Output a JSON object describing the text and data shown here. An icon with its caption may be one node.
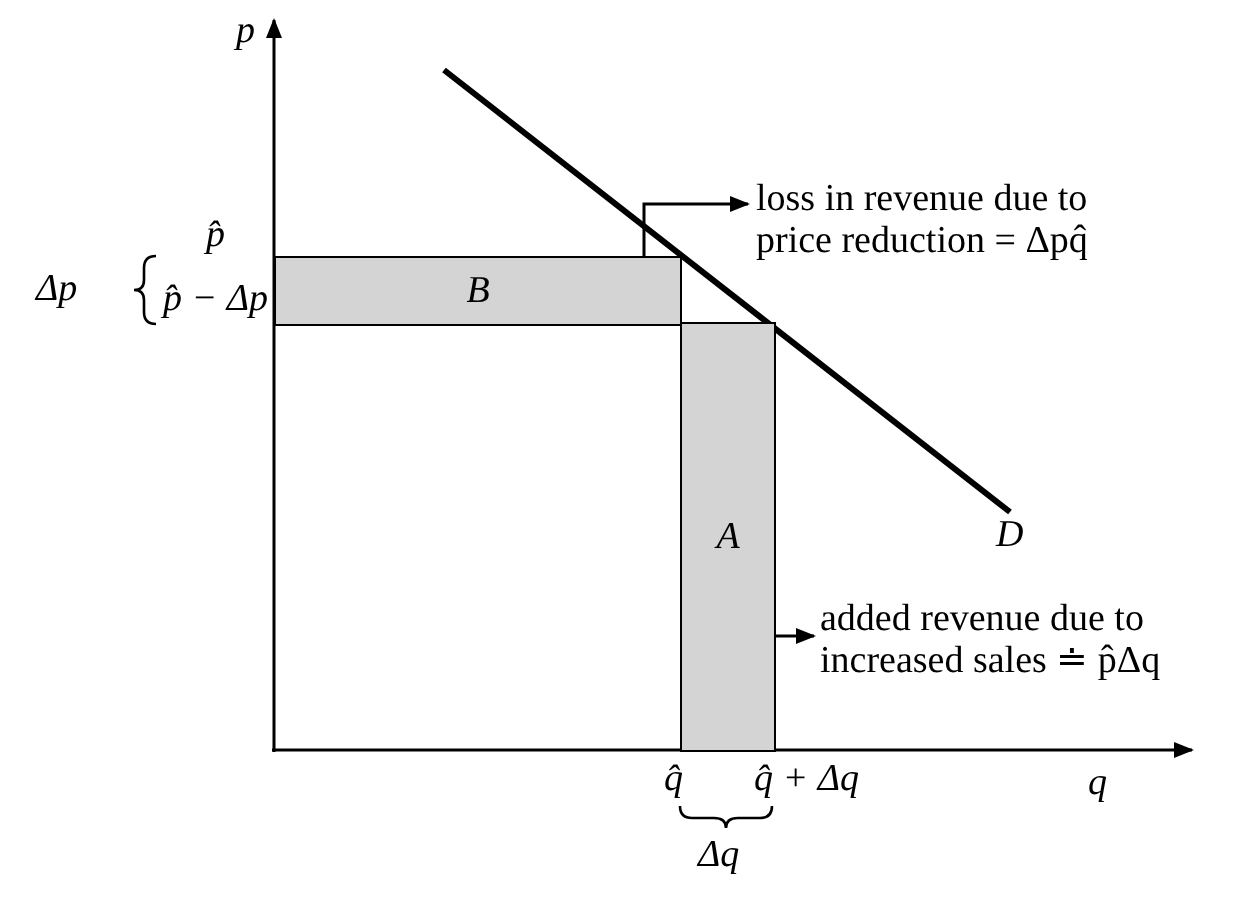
{
  "diagram": {
    "nodes": [
      {
        "text": [
          "loss in revenue due to price reduction = Δpq̂"
        ]
      },
      {
        "text": [
          "B"
        ]
      },
      {
        "text": [
          "A"
        ]
      },
      {
        "text": [
          "added revenue due to increased sales ≐ p̂Δq"
        ]
      }
    ],
    "edges": [
      {
        "from": 1,
        "to": 0,
        "arrow": "to"
      },
      {
        "from": 2,
        "to": 3,
        "arrow": "to"
      }
    ],
    "labels": [
      "p",
      "p̂",
      "Δp",
      "p̂ − Δp",
      "D",
      "q̂",
      "q̂ + Δq",
      "q",
      "Δq"
    ]
  }
}
